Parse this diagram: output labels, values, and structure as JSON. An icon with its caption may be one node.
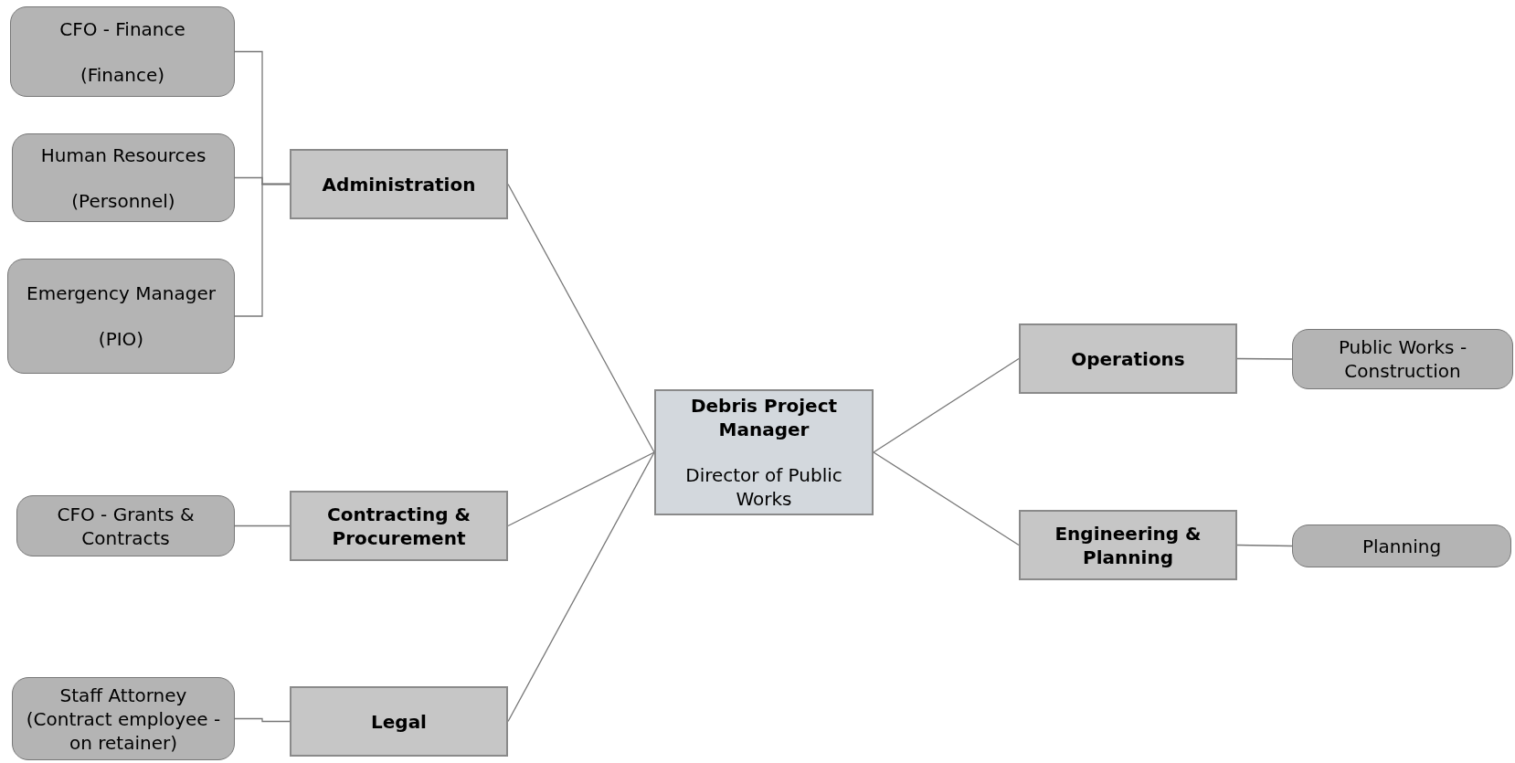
{
  "diagram": {
    "nodes": [
      {
        "text": [
          "Debris Project Manager",
          "Director of Public Works"
        ]
      },
      {
        "text": [
          "Administration"
        ]
      },
      {
        "text": [
          "Contracting & Procurement"
        ]
      },
      {
        "text": [
          "Legal"
        ]
      },
      {
        "text": [
          "Operations"
        ]
      },
      {
        "text": [
          "Engineering & Planning"
        ]
      },
      {
        "text": [
          "CFO - Finance",
          "(Finance)"
        ]
      },
      {
        "text": [
          "Human Resources",
          "(Personnel)"
        ]
      },
      {
        "text": [
          "Emergency Manager",
          "(PIO)"
        ]
      },
      {
        "text": [
          "CFO - Grants & Contracts"
        ]
      },
      {
        "text": [
          "Staff Attorney (Contract employee - on retainer)"
        ]
      },
      {
        "text": [
          "Public Works - Construction"
        ]
      },
      {
        "text": [
          "Planning"
        ]
      }
    ],
    "edges": [
      {
        "from": 0,
        "to": 1,
        "arrow": "none"
      },
      {
        "from": 0,
        "to": 2,
        "arrow": "none"
      },
      {
        "from": 0,
        "to": 3,
        "arrow": "none"
      },
      {
        "from": 0,
        "to": 4,
        "arrow": "none"
      },
      {
        "from": 0,
        "to": 5,
        "arrow": "none"
      },
      {
        "from": 1,
        "to": 6,
        "arrow": "none"
      },
      {
        "from": 1,
        "to": 7,
        "arrow": "none"
      },
      {
        "from": 1,
        "to": 8,
        "arrow": "none"
      },
      {
        "from": 2,
        "to": 9,
        "arrow": "none"
      },
      {
        "from": 3,
        "to": 10,
        "arrow": "none"
      },
      {
        "from": 4,
        "to": 11,
        "arrow": "none"
      },
      {
        "from": 5,
        "to": 12,
        "arrow": "none"
      }
    ]
  }
}
